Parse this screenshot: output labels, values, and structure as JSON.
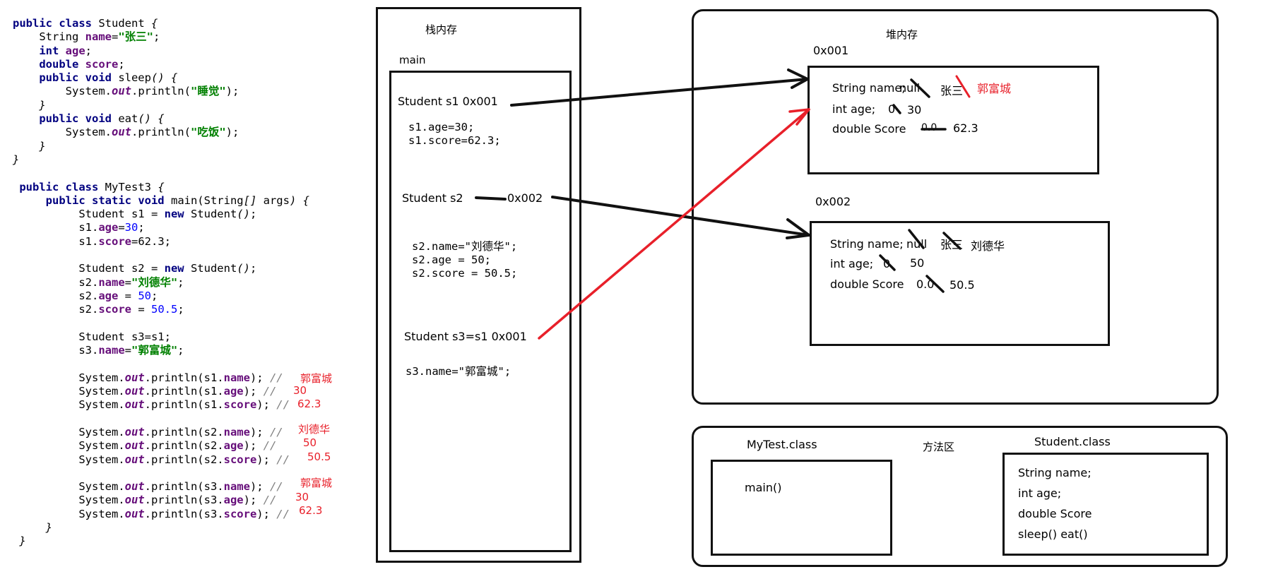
{
  "code": {
    "lines": [
      [
        [
          "public class ",
          "kw"
        ],
        [
          "Student ",
          ""
        ],
        [
          "{",
          "it"
        ]
      ],
      [
        [
          "    String ",
          ""
        ],
        [
          "name",
          "fld"
        ],
        [
          "=",
          ""
        ],
        [
          "\"张三\"",
          "str"
        ],
        [
          ";",
          ""
        ]
      ],
      [
        [
          "    ",
          ""
        ],
        [
          "int ",
          "kw"
        ],
        [
          "age",
          "fld"
        ],
        [
          ";",
          ""
        ]
      ],
      [
        [
          "    ",
          ""
        ],
        [
          "double ",
          "kw"
        ],
        [
          "score",
          "fld"
        ],
        [
          ";",
          ""
        ]
      ],
      [
        [
          "    ",
          ""
        ],
        [
          "public void ",
          "kw"
        ],
        [
          "sleep",
          ""
        ],
        [
          "() {",
          "it"
        ]
      ],
      [
        [
          "        System.",
          ""
        ],
        [
          "out",
          "fld it"
        ],
        [
          ".println(",
          ""
        ],
        [
          "\"睡觉\"",
          "str"
        ],
        [
          ");",
          ""
        ]
      ],
      [
        [
          "    }",
          "it"
        ]
      ],
      [
        [
          "    ",
          ""
        ],
        [
          "public void ",
          "kw"
        ],
        [
          "eat",
          ""
        ],
        [
          "() {",
          "it"
        ]
      ],
      [
        [
          "        System.",
          ""
        ],
        [
          "out",
          "fld it"
        ],
        [
          ".println(",
          ""
        ],
        [
          "\"吃饭\"",
          "str"
        ],
        [
          ");",
          ""
        ]
      ],
      [
        [
          "    }",
          "it"
        ]
      ],
      [
        [
          "}",
          "it"
        ]
      ],
      [
        [
          "",
          ""
        ]
      ],
      [
        [
          " public class ",
          "kw"
        ],
        [
          "MyTest3 ",
          ""
        ],
        [
          "{",
          "it"
        ]
      ],
      [
        [
          "     ",
          ""
        ],
        [
          "public static void ",
          "kw"
        ],
        [
          "main(String",
          ""
        ],
        [
          "[] ",
          "it"
        ],
        [
          "args",
          ""
        ],
        [
          ") {",
          "it"
        ]
      ],
      [
        [
          "          Student s1 = ",
          ""
        ],
        [
          "new ",
          "kw"
        ],
        [
          "Student",
          ""
        ],
        [
          "()",
          "it"
        ],
        [
          ";",
          ""
        ]
      ],
      [
        [
          "          s1.",
          ""
        ],
        [
          "age",
          "fld"
        ],
        [
          "=",
          ""
        ],
        [
          "30",
          "num"
        ],
        [
          ";",
          ""
        ]
      ],
      [
        [
          "          s1.",
          ""
        ],
        [
          "score",
          "fld"
        ],
        [
          "=62.3;",
          ""
        ]
      ],
      [
        [
          "",
          ""
        ]
      ],
      [
        [
          "          Student s2 = ",
          ""
        ],
        [
          "new ",
          "kw"
        ],
        [
          "Student",
          ""
        ],
        [
          "()",
          "it"
        ],
        [
          ";",
          ""
        ]
      ],
      [
        [
          "          s2.",
          ""
        ],
        [
          "name",
          "fld"
        ],
        [
          "=",
          ""
        ],
        [
          "\"刘德华\"",
          "str"
        ],
        [
          ";",
          ""
        ]
      ],
      [
        [
          "          s2.",
          ""
        ],
        [
          "age",
          "fld"
        ],
        [
          " = ",
          ""
        ],
        [
          "50",
          "num"
        ],
        [
          ";",
          ""
        ]
      ],
      [
        [
          "          s2.",
          ""
        ],
        [
          "score",
          "fld"
        ],
        [
          " = ",
          ""
        ],
        [
          "50.5",
          "num"
        ],
        [
          ";",
          ""
        ]
      ],
      [
        [
          "",
          ""
        ]
      ],
      [
        [
          "          Student s3=s1;",
          ""
        ]
      ],
      [
        [
          "          s3.",
          ""
        ],
        [
          "name",
          "fld"
        ],
        [
          "=",
          ""
        ],
        [
          "\"郭富城\"",
          "str"
        ],
        [
          ";",
          ""
        ]
      ],
      [
        [
          "",
          ""
        ]
      ],
      [
        [
          "          System.",
          ""
        ],
        [
          "out",
          "fld it"
        ],
        [
          ".println(s1.",
          ""
        ],
        [
          "name",
          "fld"
        ],
        [
          "); ",
          ""
        ],
        [
          "//",
          "cmt"
        ]
      ],
      [
        [
          "          System.",
          ""
        ],
        [
          "out",
          "fld it"
        ],
        [
          ".println(s1.",
          ""
        ],
        [
          "age",
          "fld"
        ],
        [
          "); ",
          ""
        ],
        [
          "//",
          "cmt"
        ]
      ],
      [
        [
          "          System.",
          ""
        ],
        [
          "out",
          "fld it"
        ],
        [
          ".println(s1.",
          ""
        ],
        [
          "score",
          "fld"
        ],
        [
          "); ",
          ""
        ],
        [
          "//",
          "cmt"
        ]
      ],
      [
        [
          "",
          ""
        ]
      ],
      [
        [
          "          System.",
          ""
        ],
        [
          "out",
          "fld it"
        ],
        [
          ".println(s2.",
          ""
        ],
        [
          "name",
          "fld"
        ],
        [
          "); ",
          ""
        ],
        [
          "//",
          "cmt"
        ]
      ],
      [
        [
          "          System.",
          ""
        ],
        [
          "out",
          "fld it"
        ],
        [
          ".println(s2.",
          ""
        ],
        [
          "age",
          "fld"
        ],
        [
          "); ",
          ""
        ],
        [
          "//",
          "cmt"
        ]
      ],
      [
        [
          "          System.",
          ""
        ],
        [
          "out",
          "fld it"
        ],
        [
          ".println(s2.",
          ""
        ],
        [
          "score",
          "fld"
        ],
        [
          "); ",
          ""
        ],
        [
          "//",
          "cmt"
        ]
      ],
      [
        [
          "",
          ""
        ]
      ],
      [
        [
          "          System.",
          ""
        ],
        [
          "out",
          "fld it"
        ],
        [
          ".println(s3.",
          ""
        ],
        [
          "name",
          "fld"
        ],
        [
          "); ",
          ""
        ],
        [
          "//",
          "cmt"
        ]
      ],
      [
        [
          "          System.",
          ""
        ],
        [
          "out",
          "fld it"
        ],
        [
          ".println(s3.",
          ""
        ],
        [
          "age",
          "fld"
        ],
        [
          "); ",
          ""
        ],
        [
          "//",
          "cmt"
        ]
      ],
      [
        [
          "          System.",
          ""
        ],
        [
          "out",
          "fld it"
        ],
        [
          ".println(s3.",
          ""
        ],
        [
          "score",
          "fld"
        ],
        [
          "); ",
          ""
        ],
        [
          "//",
          "cmt"
        ]
      ],
      [
        [
          "     }",
          "it"
        ]
      ],
      [
        [
          " }",
          "it"
        ]
      ]
    ],
    "annotations": {
      "s1_name": "郭富城",
      "s1_age": "30",
      "s1_score": "62.3",
      "s2_name": "刘德华",
      "s2_age": "50",
      "s2_score": "50.5",
      "s3_name": "郭富城",
      "s3_age": "30",
      "s3_score": "62.3"
    }
  },
  "stack": {
    "title": "栈内存",
    "frame": "main",
    "s1_decl": "Student s1  0x001",
    "s1_code": [
      "s1.age=30;",
      "s1.score=62.3;"
    ],
    "s2_decl": "Student s2",
    "s2_addr": "0x002",
    "s2_code": [
      "s2.name=\"刘德华\";",
      "s2.age = 50;",
      "s2.score = 50.5;"
    ],
    "s3_decl": "Student s3=s1  0x001",
    "s3_code": "s3.name=\"郭富城\";"
  },
  "heap": {
    "title": "堆内存",
    "obj1": {
      "addr": "0x001",
      "name_label": "String name;",
      "name_old1": "null",
      "name_old2": "张三",
      "name_new": "郭富城",
      "age_label": "int age;",
      "age_old": "0",
      "age_new": "30",
      "score_label": "double Score",
      "score_old": "0.0",
      "score_new": "62.3"
    },
    "obj2": {
      "addr": "0x002",
      "name_label": "String name;",
      "name_old1": "null",
      "name_old2": "张三",
      "name_new": "刘德华",
      "age_label": "int age;",
      "age_old": "0",
      "age_new": "50",
      "score_label": "double Score",
      "score_old": "0.0",
      "score_new": "50.5"
    }
  },
  "method_area": {
    "title": "方法区",
    "mytest_title": "MyTest.class",
    "mytest_method": "main()",
    "student_title": "Student.class",
    "student_members": [
      "String name;",
      "int age;",
      "double Score",
      "sleep() eat()"
    ]
  },
  "colors": {
    "red": "#e8202a",
    "black": "#111111",
    "keyword": "#000080",
    "field": "#660e7a",
    "string": "#008000",
    "number": "#0000ff"
  }
}
